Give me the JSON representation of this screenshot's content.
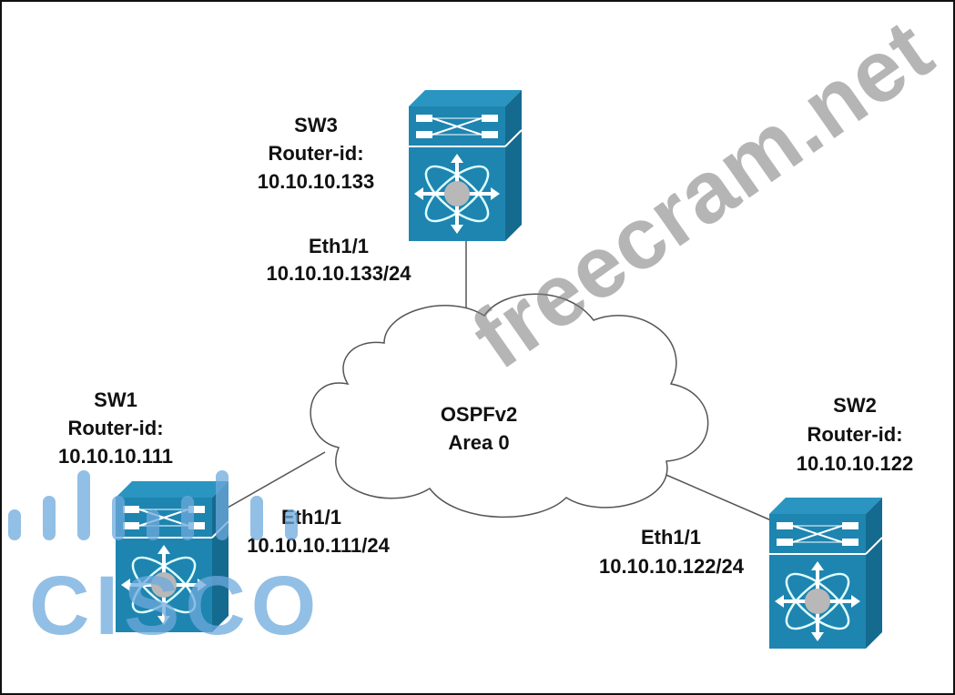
{
  "diagram": {
    "cloud": {
      "line1": "OSPFv2",
      "line2": "Area 0"
    },
    "switches": [
      {
        "name": "SW3",
        "router_id_label": "Router-id:",
        "router_id": "10.10.10.133",
        "interface": "Eth1/1",
        "ip": "10.10.10.133/24"
      },
      {
        "name": "SW1",
        "router_id_label": "Router-id:",
        "router_id": "10.10.10.111",
        "interface": "Eth1/1",
        "ip": "10.10.10.111/24"
      },
      {
        "name": "SW2",
        "router_id_label": "Router-id:",
        "router_id": "10.10.10.122",
        "interface": "Eth1/1",
        "ip": "10.10.10.122/24"
      }
    ],
    "watermark": "freecram.net",
    "logo": "CISCO",
    "colors": {
      "switch": "#1e85b0",
      "switch_dark": "#156a8f",
      "cloud_stroke": "#555555",
      "link": "#555555"
    }
  }
}
